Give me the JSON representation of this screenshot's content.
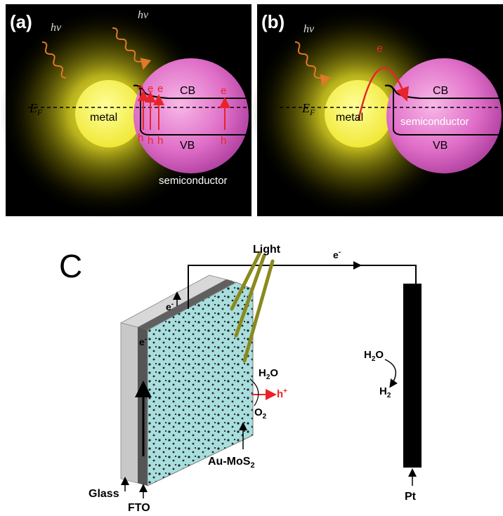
{
  "panel_a": {
    "label": "(a)",
    "photon_1": "hv",
    "photon_2": "hv",
    "fermi": "E",
    "fermi_sub": "F",
    "metal": "metal",
    "cb": "CB",
    "vb": "VB",
    "semiconductor": "semiconductor",
    "electron": "e",
    "hole": "h"
  },
  "panel_b": {
    "label": "(b)",
    "photon": "hv",
    "fermi": "E",
    "fermi_sub": "F",
    "metal": "metal",
    "cb": "CB",
    "vb": "VB",
    "semiconductor": "semiconductor",
    "electron": "e"
  },
  "panel_c": {
    "label": "C",
    "light": "Light",
    "electron": "e",
    "electron_sup": "-",
    "h2o": "H",
    "h2o_sub": "2",
    "h2o_tail": "O",
    "h2": "H",
    "h2_sub": "2",
    "hole": "h",
    "hole_sup": "+",
    "o2": "O",
    "o2_sub": "2",
    "au_mos2": "Au-MoS",
    "au_mos2_sub": "2",
    "glass": "Glass",
    "fto": "FTO",
    "pt": "Pt"
  },
  "colors": {
    "panel_bg": "#000000",
    "metal_glow": "#f4f03a",
    "semiconductor": "#e86ec8",
    "red_text": "#e8242a",
    "photon_wave": "#e07a2a",
    "light_ray": "#8a8a1e",
    "electrode": "#9fd8d8"
  }
}
